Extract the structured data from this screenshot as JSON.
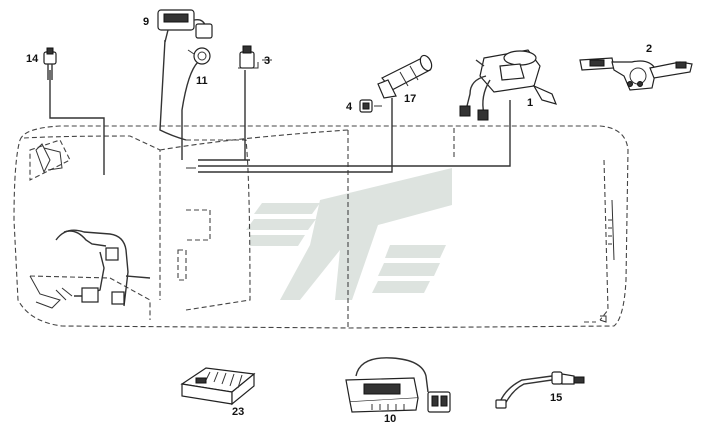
{
  "callouts": [
    {
      "id": "p1",
      "text": "1"
    },
    {
      "id": "p2",
      "text": "2"
    },
    {
      "id": "p3",
      "text": "3"
    },
    {
      "id": "p4",
      "text": "4"
    },
    {
      "id": "p9",
      "text": "9"
    },
    {
      "id": "p10",
      "text": "10"
    },
    {
      "id": "p11",
      "text": "11"
    },
    {
      "id": "p14",
      "text": "14"
    },
    {
      "id": "p15",
      "text": "15"
    },
    {
      "id": "p17",
      "text": "17"
    },
    {
      "id": "p23",
      "text": "23"
    }
  ],
  "colors": {
    "line": "#333333",
    "watermark": "#dde3df"
  }
}
